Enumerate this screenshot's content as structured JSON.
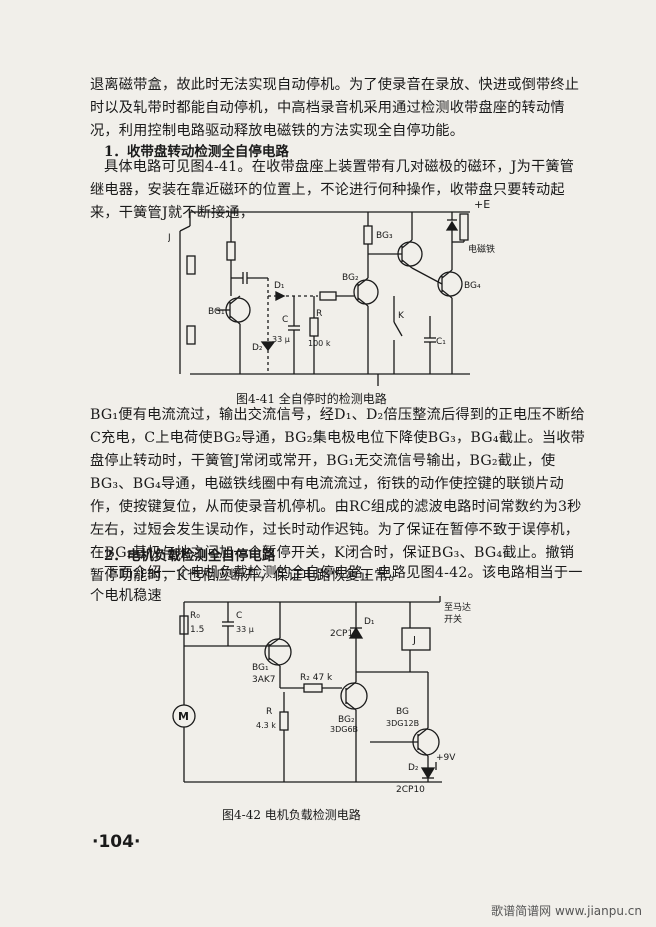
{
  "body": {
    "para1": "退离磁带盒，故此时无法实现自动停机。为了使录音在录放、快进或倒带终止时以及轧带时都能自动停机，中高档录音机采用通过检测收带盘座的转动情况，利用控制电路驱动释放电磁铁的方法实现全自停功能。",
    "section1": "1．收带盘转动检测全自停电路",
    "para2": "具体电路可见图4-41。在收带盘座上装置带有几对磁极的磁环，J为干簧管继电器，安装在靠近磁环的位置上，不论进行何种操作，收带盘只要转动起来，干簧管J就不断接通，",
    "fig1_caption": "图4-41  全自停时的检测电路",
    "para3": "BG₁便有电流流过，输出交流信号，经D₁、D₂倍压整流后得到的正电压不断给C充电，C上电荷使BG₂导通，BG₂集电极电位下降使BG₃，BG₄截止。当收带盘停止转动时，干簧管J常闭或常开，BG₁无交流信号输出，BG₂截止，使BG₃、BG₄导通，电磁铁线圈中有电流流过，衔铁的动作使控键的联锁片动作，使按键复位，从而使录音机停机。由RC组成的滤波电路时间常数约为3秒左右，过短会发生误动作，过长时动作迟钝。为了保证在暂停不致于误停机，在BG₂基极与地之间加一个暂停开关，K闭合时，保证BG₃、BG₄截止。撤销暂停功能时，K也相应断开，保证电路恢复正常。",
    "section2": "2．电机负载检测全自停电路",
    "para4": "下面介绍一个电机负载检测的全自停电路，电路见图4-42。该电路相当于一个电机稳速",
    "fig2_caption": "图4-42  电机负载检测电路",
    "page_number": "·104·"
  },
  "fig1": {
    "labels": {
      "supply": "+E",
      "relay": "电磁铁",
      "bg1": "BG₁",
      "bg2": "BG₂",
      "bg3": "BG₃",
      "bg4": "BG₄",
      "d1": "D₁",
      "d2": "D₂",
      "c": "C",
      "cval": "33 μ",
      "r": "R",
      "rval": "100 k",
      "k": "K",
      "c1": "C₁",
      "j": "J"
    }
  },
  "fig2": {
    "labels": {
      "r0": "R₀",
      "r0val": "1.5",
      "c": "C",
      "cval": "33 μ",
      "bg1": "BG₁",
      "bg1type": "3AK7",
      "d1": "D₁",
      "d1type": "2CP10",
      "to_switch1": "至马达",
      "to_switch2": "开关",
      "j": "J",
      "r2": "R₂ 47 k",
      "r": "R",
      "rval": "4.3 k",
      "bg2": "BG₂",
      "bg2type": "3DG6B",
      "bg": "BG",
      "bgtype": "3DG12B",
      "vcc": "+9V",
      "d2": "D₂",
      "d2type": "2CP10",
      "motor": "M"
    }
  },
  "watermark": "歌谱简谱网 www.jianpu.cn"
}
